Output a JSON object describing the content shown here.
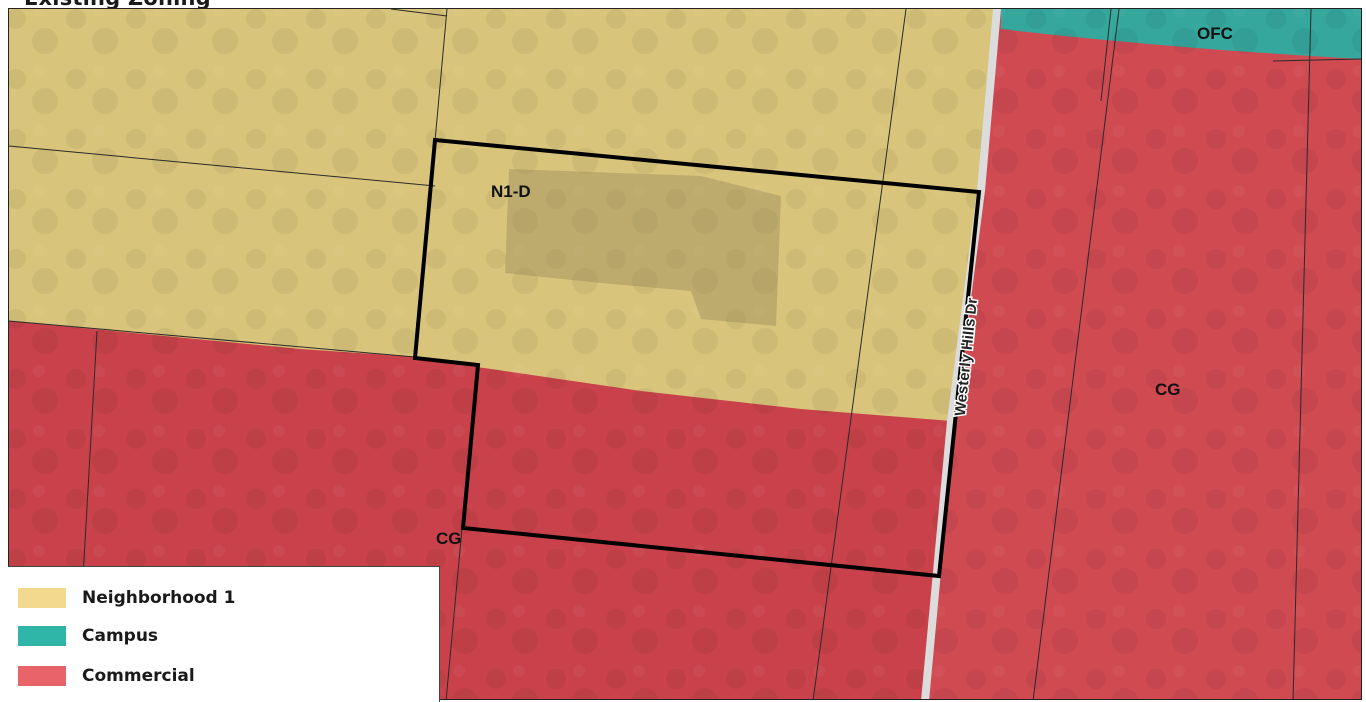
{
  "title": "Existing Zoning",
  "zones": {
    "n1d": "N1-D",
    "cg_center": "CG",
    "cg_east": "CG",
    "ofc": "OFC"
  },
  "road_label": "Westerly Hills Dr",
  "legend": [
    {
      "label": "Neighborhood 1",
      "color": "#f2d98e"
    },
    {
      "label": "Campus",
      "color": "#2fb6a8"
    },
    {
      "label": "Commercial",
      "color": "#e8646a"
    }
  ],
  "colors": {
    "neighborhood": "#d8c47a",
    "commercial": "#c9424b",
    "campus": "#35a79d",
    "road": "#d9d9d9",
    "boundary": "#000000"
  }
}
